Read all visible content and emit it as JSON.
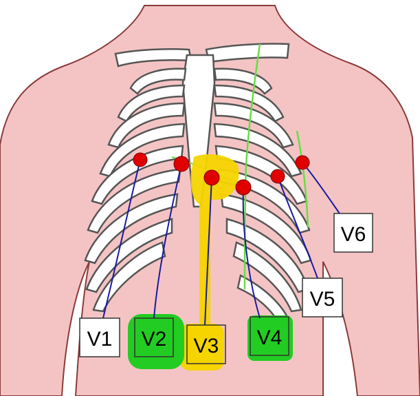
{
  "diagram": {
    "leads": [
      {
        "id": "V1",
        "label": "V1",
        "highlight": "none"
      },
      {
        "id": "V2",
        "label": "V2",
        "highlight": "green"
      },
      {
        "id": "V3",
        "label": "V3",
        "highlight": "yellow"
      },
      {
        "id": "V4",
        "label": "V4",
        "highlight": "green"
      },
      {
        "id": "V5",
        "label": "V5",
        "highlight": "none"
      },
      {
        "id": "V6",
        "label": "V6",
        "highlight": "none"
      }
    ],
    "colors": {
      "skin": "#f4c4c4",
      "skin_outline": "#8a3a3a",
      "bone": "#ffffff",
      "bone_outline": "#555555",
      "electrode": "#e00000",
      "lead_wire": "#1a1aa0",
      "highlight_green": "#22cc22",
      "highlight_yellow": "#f5d400",
      "reference_line": "#66dd44"
    }
  }
}
